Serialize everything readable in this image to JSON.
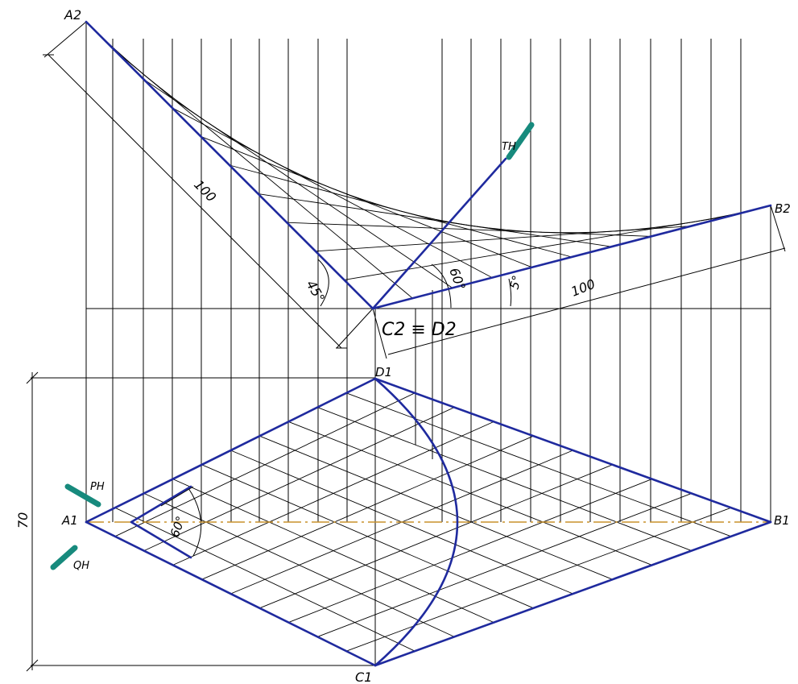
{
  "points": {
    "a2": "A2",
    "b2": "B2",
    "c2d2": "C2 ≡ D2",
    "d1": "D1",
    "a1": "A1",
    "b1": "B1",
    "c1": "C1"
  },
  "traces": {
    "t": "TH",
    "p": "PH",
    "q": "QH"
  },
  "dimensions": {
    "len_left": "100",
    "len_right": "100",
    "height": "70",
    "ang_left": "45°",
    "ang_mid": "60°",
    "ang_right": "5°",
    "ang_plan": "60°"
  },
  "colors": {
    "outline": "#1f2a9e",
    "traces": "#178a7d",
    "axis": "#c9922c"
  }
}
